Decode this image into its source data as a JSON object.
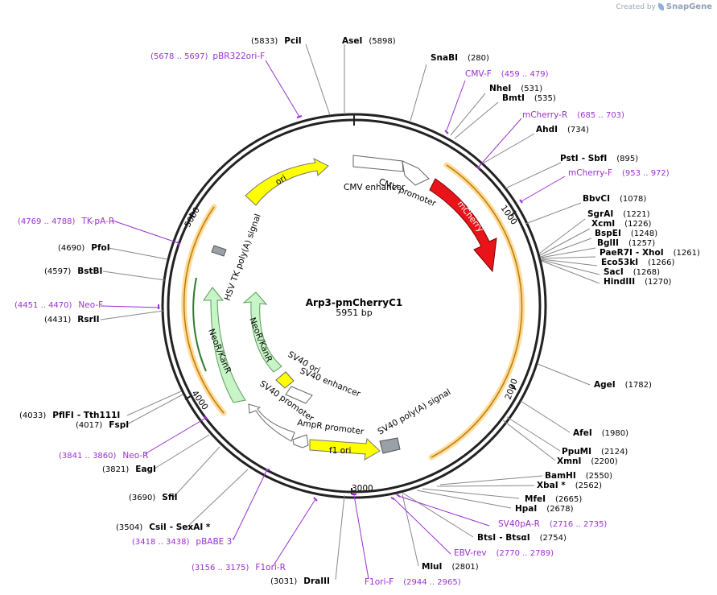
{
  "brand": {
    "prefix": "Created by",
    "name": "SnapGene"
  },
  "plasmid": {
    "name": "Arp3-pmCherryC1",
    "size_label": "5951 bp",
    "length": 5951
  },
  "ticks": [
    "1000",
    "2000",
    "3000",
    "4000",
    "5000"
  ],
  "features": [
    {
      "id": "cmv-enh",
      "label": "CMV enhancer"
    },
    {
      "id": "cmv-prom",
      "label": "CMV promoter"
    },
    {
      "id": "mcherry",
      "label": "mCherry"
    },
    {
      "id": "sv40pa",
      "label": "SV40 poly(A) signal"
    },
    {
      "id": "f1ori",
      "label": "f1 ori"
    },
    {
      "id": "ampr-prom",
      "label": "AmpR promoter"
    },
    {
      "id": "sv40-prom",
      "label": "SV40 promoter"
    },
    {
      "id": "sv40-enh",
      "label": "SV40 enhancer"
    },
    {
      "id": "sv40-ori",
      "label": "SV40 ori"
    },
    {
      "id": "neo-inner",
      "label": "NeoR/KanR"
    },
    {
      "id": "neo-outer",
      "label": "NeoR/KanR"
    },
    {
      "id": "hsv",
      "label": "HSV TK poly(A) signal"
    },
    {
      "id": "ori",
      "label": "ori"
    }
  ],
  "sites": [
    {
      "name": "AseI",
      "pos": "(5898)"
    },
    {
      "name": "PciI",
      "pos": "(5833)"
    },
    {
      "name": "SnaBI",
      "pos": "(280)"
    },
    {
      "name": "NheI",
      "pos": "(531)"
    },
    {
      "name": "BmtI",
      "pos": "(535)"
    },
    {
      "name": "AhdI",
      "pos": "(734)"
    },
    {
      "name": "PstI",
      "name2": "SbfI",
      "pos": "(895)"
    },
    {
      "name": "BbvCI",
      "pos": "(1078)"
    },
    {
      "name": "SgrAI",
      "pos": "(1221)"
    },
    {
      "name": "XcmI",
      "pos": "(1226)"
    },
    {
      "name": "BspEI",
      "pos": "(1248)"
    },
    {
      "name": "BglII",
      "pos": "(1257)"
    },
    {
      "name": "PaeR7I",
      "name2": "XhoI",
      "pos": "(1261)"
    },
    {
      "name": "Eco53kI",
      "pos": "(1266)"
    },
    {
      "name": "SacI",
      "pos": "(1268)"
    },
    {
      "name": "HindIII",
      "pos": "(1270)"
    },
    {
      "name": "AgeI",
      "pos": "(1782)"
    },
    {
      "name": "AfeI",
      "pos": "(1980)"
    },
    {
      "name": "PpuMI",
      "pos": "(2124)"
    },
    {
      "name": "XmnI",
      "pos": "(2200)"
    },
    {
      "name": "BamHI",
      "pos": "(2550)"
    },
    {
      "name": "XbaI *",
      "pos": "(2562)"
    },
    {
      "name": "MfeI",
      "pos": "(2665)"
    },
    {
      "name": "HpaI",
      "pos": "(2678)"
    },
    {
      "name": "BtsI",
      "name2": "BtsαI",
      "pos": "(2754)"
    },
    {
      "name": "MluI",
      "pos": "(2801)"
    },
    {
      "name": "DraIII",
      "pos": "(3031)"
    },
    {
      "name": "CsiI",
      "name2": "SexAI *",
      "pos": "(3504)"
    },
    {
      "name": "SfiI",
      "pos": "(3690)"
    },
    {
      "name": "EagI",
      "pos": "(3821)"
    },
    {
      "name": "FspI",
      "pos": "(4017)"
    },
    {
      "name": "PflFI",
      "name2": "Tth111I",
      "pos": "(4033)"
    },
    {
      "name": "RsrII",
      "pos": "(4431)"
    },
    {
      "name": "BstBI",
      "pos": "(4597)"
    },
    {
      "name": "PfoI",
      "pos": "(4690)"
    }
  ],
  "primers": [
    {
      "name": "pBR322ori-F",
      "range": "(5678 .. 5697)"
    },
    {
      "name": "CMV-F",
      "range": "(459 .. 479)"
    },
    {
      "name": "mCherry-R",
      "range": "(685 .. 703)"
    },
    {
      "name": "mCherry-F",
      "range": "(953 .. 972)"
    },
    {
      "name": "SV40pA-R",
      "range": "(2716 .. 2735)"
    },
    {
      "name": "EBV-rev",
      "range": "(2770 .. 2789)"
    },
    {
      "name": "F1ori-F",
      "range": "(2944 .. 2965)"
    },
    {
      "name": "F1ori-R",
      "range": "(3156 .. 3175)"
    },
    {
      "name": "pBABE 3'",
      "range": "(3418 .. 3438)"
    },
    {
      "name": "Neo-R",
      "range": "(3841 .. 3860)"
    },
    {
      "name": "Neo-F",
      "range": "(4451 .. 4470)"
    },
    {
      "name": "TK-pA-R",
      "range": "(4769 .. 4788)"
    }
  ],
  "colors": {
    "mcherry": "#e8141a",
    "ori": "#ffff00",
    "neo": "#c8f5c8",
    "orf": "#f5a623",
    "primer": "#9b30d0",
    "grey": "#9aa0a8"
  }
}
